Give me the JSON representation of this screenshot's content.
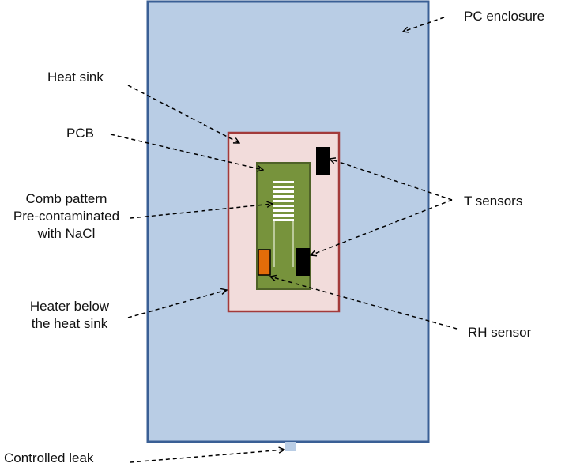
{
  "labels": {
    "pc_enclosure": "PC enclosure",
    "heat_sink": "Heat sink",
    "pcb": "PCB",
    "comb_line1": "Comb pattern",
    "comb_line2": "Pre-contaminated",
    "comb_line3": "with NaCl",
    "t_sensors": "T sensors",
    "heater_line1": "Heater below",
    "heater_line2": "the heat sink",
    "rh_sensor": "RH sensor",
    "controlled_leak": "Controlled leak"
  },
  "colors": {
    "enclosure_fill": "#b9cde5",
    "enclosure_stroke": "#3a5f95",
    "heatsink_fill": "#f2dcdb",
    "heatsink_stroke": "#a33a3a",
    "pcb_fill": "#77933c",
    "pcb_stroke": "#4f6228",
    "t_sensor": "#000000",
    "rh_sensor": "#e36c09",
    "leak": "#b9cde5"
  }
}
